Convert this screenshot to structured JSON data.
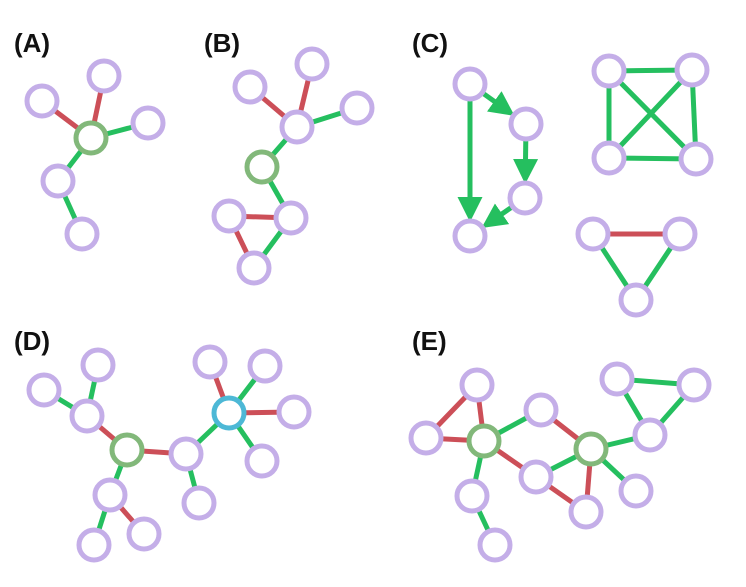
{
  "colors": {
    "node_fill": "#ffffff",
    "node_stroke": "#c4aee8",
    "hub_green": "#82b87a",
    "hub_blue": "#4db8d6",
    "edge_green": "#25bf5f",
    "edge_red": "#cc4f58"
  },
  "panels": [
    {
      "id": "A",
      "label": "(A)",
      "nodes": [
        {
          "id": "a_hub",
          "kind": "hub_green"
        },
        {
          "id": "a1",
          "kind": "normal"
        },
        {
          "id": "a2",
          "kind": "normal"
        },
        {
          "id": "a3",
          "kind": "normal"
        },
        {
          "id": "a4",
          "kind": "normal"
        },
        {
          "id": "a5",
          "kind": "normal"
        }
      ],
      "edges": [
        {
          "from": "a_hub",
          "to": "a1",
          "color": "edge_red",
          "directed": false
        },
        {
          "from": "a_hub",
          "to": "a2",
          "color": "edge_red",
          "directed": false
        },
        {
          "from": "a_hub",
          "to": "a3",
          "color": "edge_green",
          "directed": false
        },
        {
          "from": "a_hub",
          "to": "a4",
          "color": "edge_green",
          "directed": false
        },
        {
          "from": "a4",
          "to": "a5",
          "color": "edge_green",
          "directed": false
        }
      ]
    },
    {
      "id": "B",
      "label": "(B)",
      "nodes": [
        {
          "id": "b_mid",
          "kind": "normal"
        },
        {
          "id": "b1",
          "kind": "normal"
        },
        {
          "id": "b2",
          "kind": "normal"
        },
        {
          "id": "b3",
          "kind": "normal"
        },
        {
          "id": "b_hub",
          "kind": "hub_green"
        },
        {
          "id": "b4",
          "kind": "normal"
        },
        {
          "id": "b5",
          "kind": "normal"
        },
        {
          "id": "b6",
          "kind": "normal"
        }
      ],
      "edges": [
        {
          "from": "b_mid",
          "to": "b1",
          "color": "edge_red",
          "directed": false
        },
        {
          "from": "b_mid",
          "to": "b2",
          "color": "edge_red",
          "directed": false
        },
        {
          "from": "b_mid",
          "to": "b3",
          "color": "edge_green",
          "directed": false
        },
        {
          "from": "b_mid",
          "to": "b_hub",
          "color": "edge_green",
          "directed": false
        },
        {
          "from": "b_hub",
          "to": "b4",
          "color": "edge_green",
          "directed": false
        },
        {
          "from": "b4",
          "to": "b5",
          "color": "edge_red",
          "directed": false
        },
        {
          "from": "b4",
          "to": "b6",
          "color": "edge_green",
          "directed": false
        },
        {
          "from": "b5",
          "to": "b6",
          "color": "edge_red",
          "directed": false
        }
      ]
    },
    {
      "id": "C",
      "label": "(C)",
      "nodes": [
        {
          "id": "c1",
          "kind": "normal"
        },
        {
          "id": "c2",
          "kind": "normal"
        },
        {
          "id": "c3",
          "kind": "normal"
        },
        {
          "id": "c4",
          "kind": "normal"
        },
        {
          "id": "c5",
          "kind": "normal"
        },
        {
          "id": "c6",
          "kind": "normal"
        },
        {
          "id": "c7",
          "kind": "normal"
        },
        {
          "id": "c8",
          "kind": "normal"
        },
        {
          "id": "c9",
          "kind": "normal"
        },
        {
          "id": "c10",
          "kind": "normal"
        },
        {
          "id": "c11",
          "kind": "normal"
        }
      ],
      "edges": [
        {
          "from": "c1",
          "to": "c2",
          "color": "edge_green",
          "directed": true
        },
        {
          "from": "c2",
          "to": "c3",
          "color": "edge_green",
          "directed": true
        },
        {
          "from": "c3",
          "to": "c4",
          "color": "edge_green",
          "directed": true
        },
        {
          "from": "c1",
          "to": "c4",
          "color": "edge_green",
          "directed": true
        },
        {
          "from": "c5",
          "to": "c6",
          "color": "edge_green",
          "directed": false
        },
        {
          "from": "c5",
          "to": "c7",
          "color": "edge_green",
          "directed": false
        },
        {
          "from": "c6",
          "to": "c8",
          "color": "edge_green",
          "directed": false
        },
        {
          "from": "c7",
          "to": "c8",
          "color": "edge_green",
          "directed": false
        },
        {
          "from": "c5",
          "to": "c8",
          "color": "edge_green",
          "directed": false
        },
        {
          "from": "c6",
          "to": "c7",
          "color": "edge_green",
          "directed": false
        },
        {
          "from": "c9",
          "to": "c10",
          "color": "edge_red",
          "directed": false
        },
        {
          "from": "c9",
          "to": "c11",
          "color": "edge_green",
          "directed": false
        },
        {
          "from": "c10",
          "to": "c11",
          "color": "edge_green",
          "directed": false
        }
      ]
    },
    {
      "id": "D",
      "label": "(D)",
      "nodes": [
        {
          "id": "d_hub",
          "kind": "hub_green"
        },
        {
          "id": "d1",
          "kind": "normal"
        },
        {
          "id": "d2",
          "kind": "normal"
        },
        {
          "id": "d3",
          "kind": "normal"
        },
        {
          "id": "d4",
          "kind": "normal"
        },
        {
          "id": "d5",
          "kind": "normal"
        },
        {
          "id": "d6",
          "kind": "normal"
        },
        {
          "id": "d7",
          "kind": "normal"
        },
        {
          "id": "d8",
          "kind": "normal"
        },
        {
          "id": "d_blue",
          "kind": "hub_blue"
        },
        {
          "id": "d9",
          "kind": "normal"
        },
        {
          "id": "d10",
          "kind": "normal"
        },
        {
          "id": "d11",
          "kind": "normal"
        },
        {
          "id": "d12",
          "kind": "normal"
        }
      ],
      "edges": [
        {
          "from": "d_hub",
          "to": "d3",
          "color": "edge_red",
          "directed": false
        },
        {
          "from": "d3",
          "to": "d1",
          "color": "edge_green",
          "directed": false
        },
        {
          "from": "d3",
          "to": "d2",
          "color": "edge_green",
          "directed": false
        },
        {
          "from": "d_hub",
          "to": "d4",
          "color": "edge_green",
          "directed": false
        },
        {
          "from": "d4",
          "to": "d5",
          "color": "edge_green",
          "directed": false
        },
        {
          "from": "d4",
          "to": "d6",
          "color": "edge_red",
          "directed": false
        },
        {
          "from": "d_hub",
          "to": "d7",
          "color": "edge_red",
          "directed": false
        },
        {
          "from": "d7",
          "to": "d8",
          "color": "edge_green",
          "directed": false
        },
        {
          "from": "d7",
          "to": "d_blue",
          "color": "edge_green",
          "directed": false
        },
        {
          "from": "d_blue",
          "to": "d9",
          "color": "edge_red",
          "directed": false
        },
        {
          "from": "d_blue",
          "to": "d10",
          "color": "edge_green",
          "directed": false
        },
        {
          "from": "d_blue",
          "to": "d11",
          "color": "edge_red",
          "directed": false
        },
        {
          "from": "d_blue",
          "to": "d12",
          "color": "edge_green",
          "directed": false
        }
      ]
    },
    {
      "id": "E",
      "label": "(E)",
      "nodes": [
        {
          "id": "e_hub1",
          "kind": "hub_green"
        },
        {
          "id": "e1",
          "kind": "normal"
        },
        {
          "id": "e2",
          "kind": "normal"
        },
        {
          "id": "e3",
          "kind": "normal"
        },
        {
          "id": "e4",
          "kind": "normal"
        },
        {
          "id": "e5",
          "kind": "normal"
        },
        {
          "id": "e6",
          "kind": "normal"
        },
        {
          "id": "e_hub2",
          "kind": "hub_green"
        },
        {
          "id": "e7",
          "kind": "normal"
        },
        {
          "id": "e8",
          "kind": "normal"
        },
        {
          "id": "e9",
          "kind": "normal"
        },
        {
          "id": "e10",
          "kind": "normal"
        },
        {
          "id": "e11",
          "kind": "normal"
        }
      ],
      "edges": [
        {
          "from": "e_hub1",
          "to": "e1",
          "color": "edge_red",
          "directed": false
        },
        {
          "from": "e_hub1",
          "to": "e2",
          "color": "edge_red",
          "directed": false
        },
        {
          "from": "e1",
          "to": "e2",
          "color": "edge_red",
          "directed": false
        },
        {
          "from": "e_hub1",
          "to": "e3",
          "color": "edge_green",
          "directed": false
        },
        {
          "from": "e3",
          "to": "e4",
          "color": "edge_green",
          "directed": false
        },
        {
          "from": "e_hub1",
          "to": "e5",
          "color": "edge_green",
          "directed": false
        },
        {
          "from": "e_hub1",
          "to": "e6",
          "color": "edge_red",
          "directed": false
        },
        {
          "from": "e5",
          "to": "e_hub2",
          "color": "edge_red",
          "directed": false
        },
        {
          "from": "e6",
          "to": "e_hub2",
          "color": "edge_green",
          "directed": false
        },
        {
          "from": "e6",
          "to": "e7",
          "color": "edge_red",
          "directed": false
        },
        {
          "from": "e_hub2",
          "to": "e7",
          "color": "edge_red",
          "directed": false
        },
        {
          "from": "e_hub2",
          "to": "e8",
          "color": "edge_green",
          "directed": false
        },
        {
          "from": "e_hub2",
          "to": "e9",
          "color": "edge_green",
          "directed": false
        },
        {
          "from": "e9",
          "to": "e10",
          "color": "edge_green",
          "directed": false
        },
        {
          "from": "e9",
          "to": "e11",
          "color": "edge_green",
          "directed": false
        },
        {
          "from": "e10",
          "to": "e11",
          "color": "edge_green",
          "directed": false
        }
      ]
    }
  ]
}
